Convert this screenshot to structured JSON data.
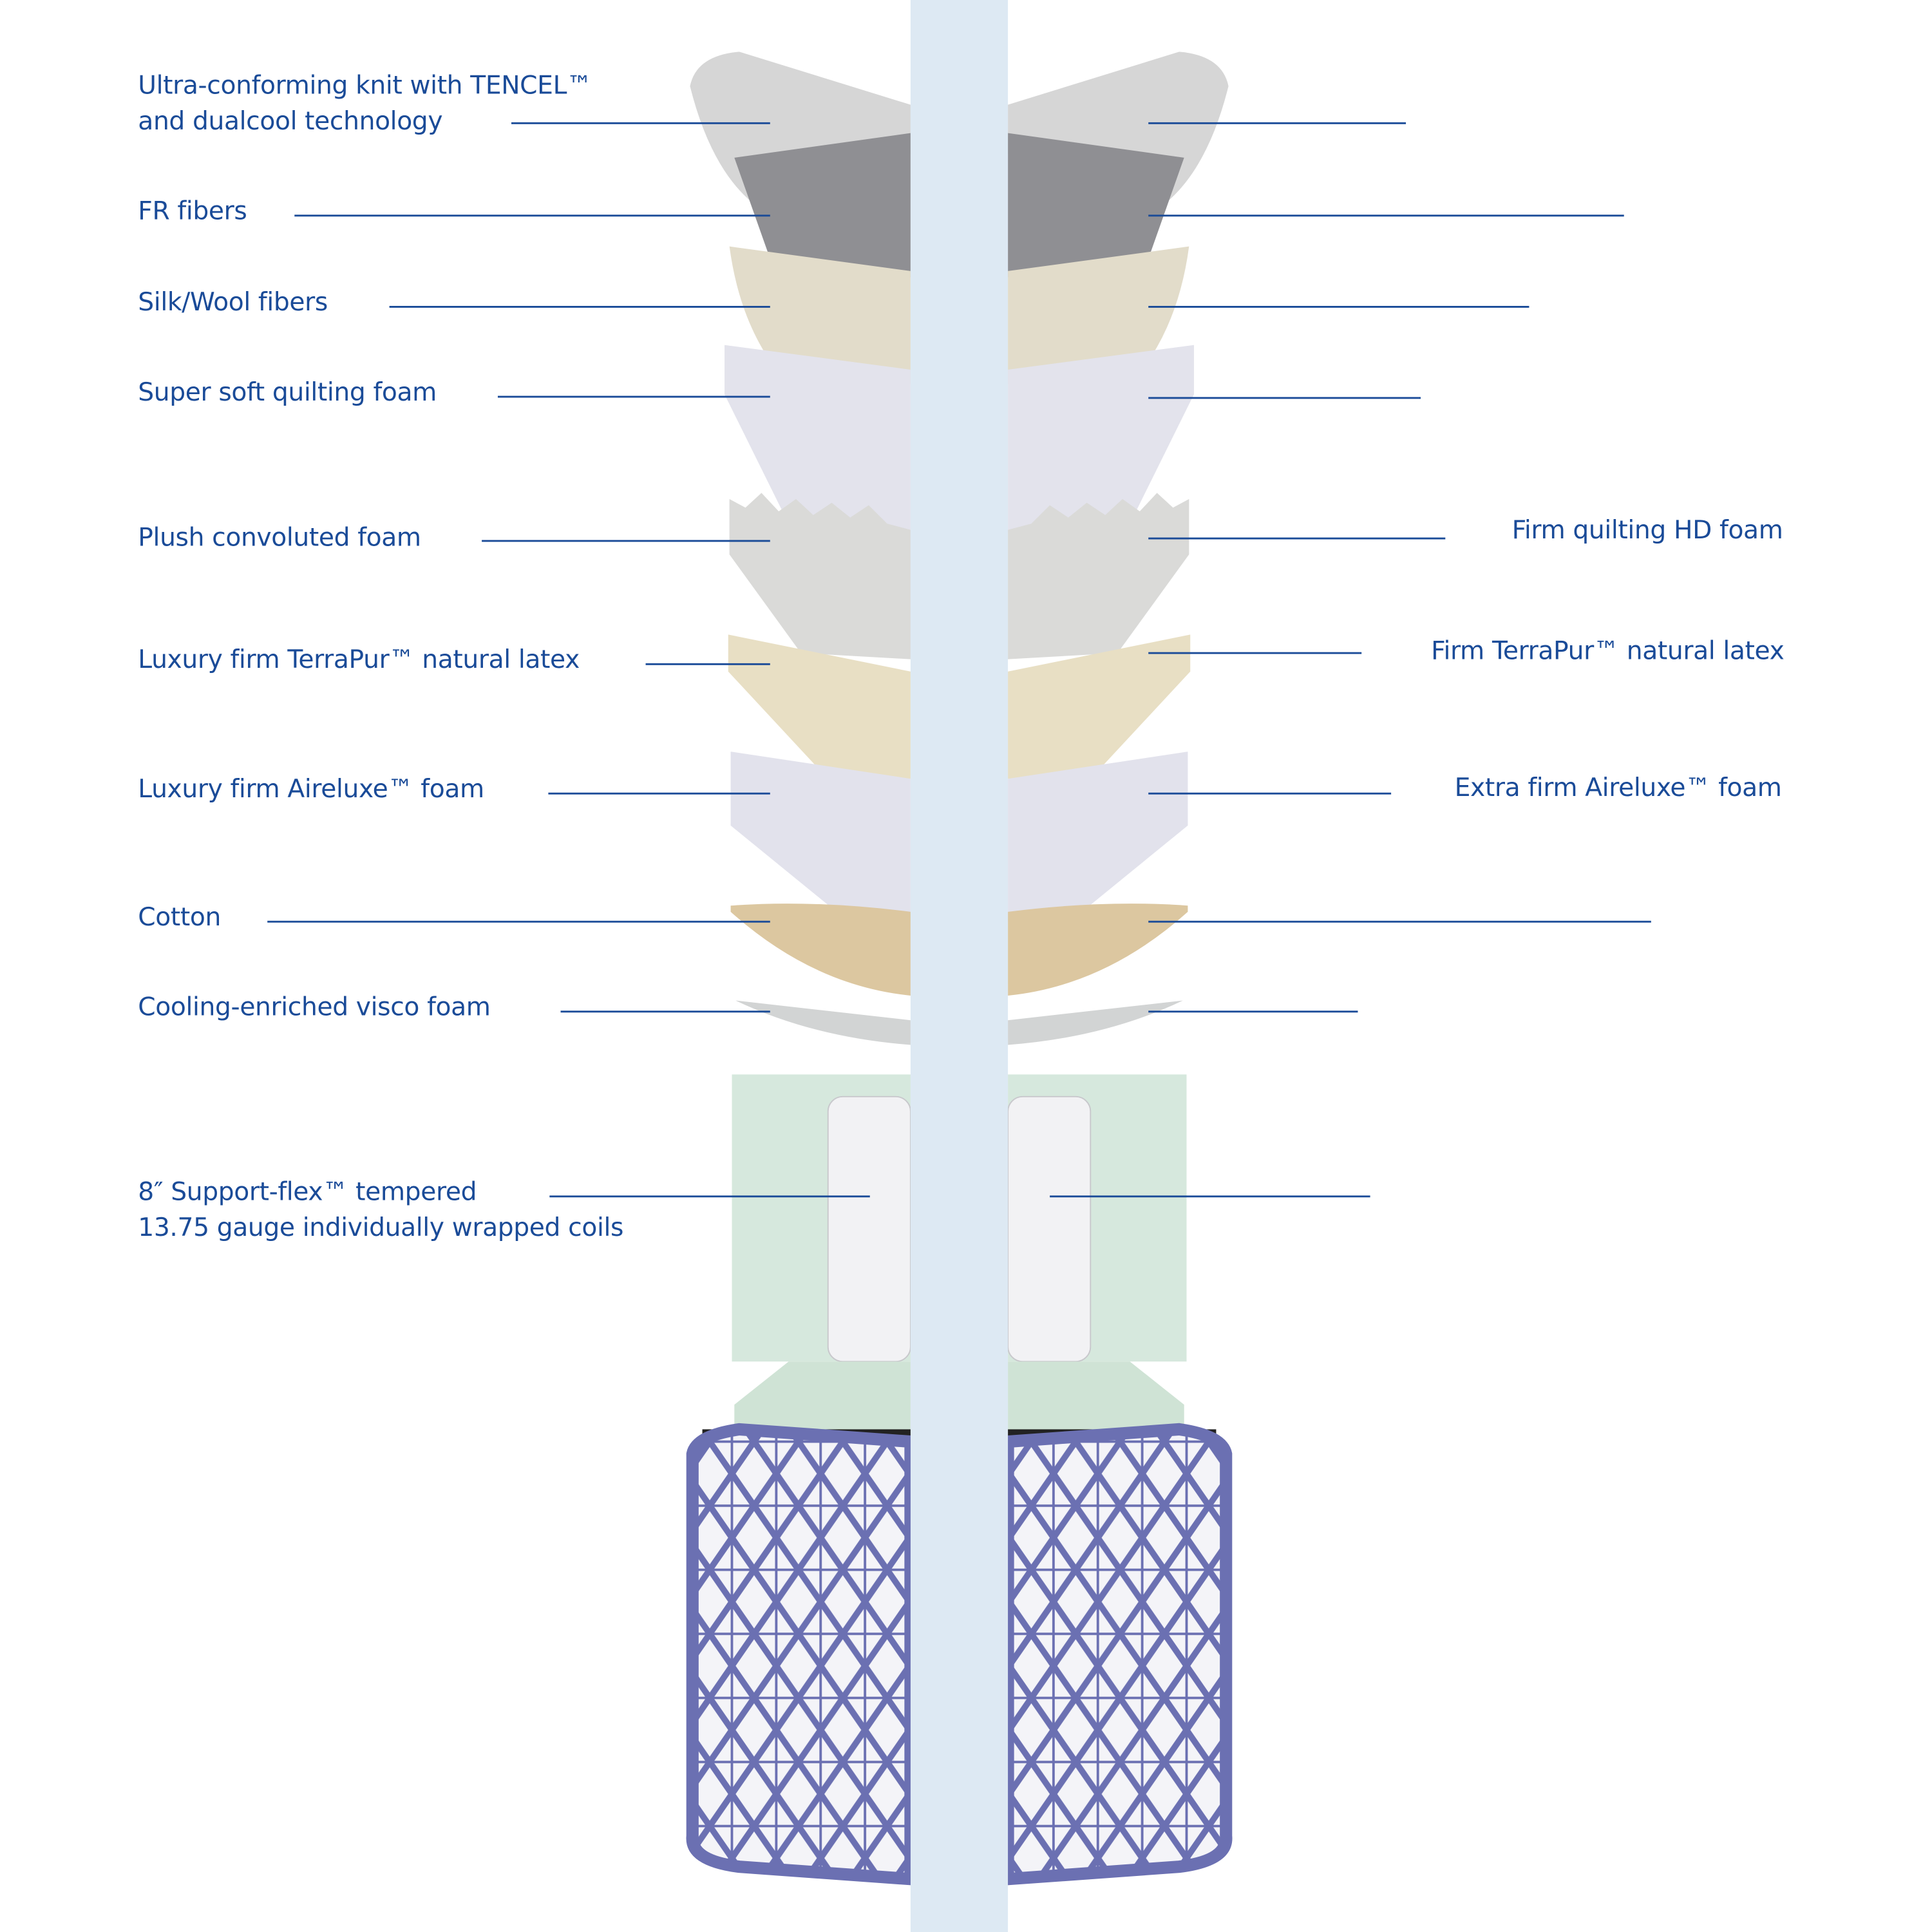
{
  "colors": {
    "text": "#1a4b98",
    "leader_line": "#1a4b98",
    "center_band": "#dde9f3",
    "cover_pattern": "#6b70b2"
  },
  "left_labels": [
    {
      "line1": "Ultra-conforming knit with TENCEL™",
      "line2": "and dualcool technology"
    },
    {
      "line1": "FR fibers"
    },
    {
      "line1": "Silk/Wool fibers"
    },
    {
      "line1": "Super soft quilting foam"
    },
    {
      "line1": "Plush convoluted foam"
    },
    {
      "line1": "Luxury firm TerraPur™ natural latex"
    },
    {
      "line1": "Luxury firm Aireluxe™ foam"
    },
    {
      "line1": "Cotton"
    },
    {
      "line1": "Cooling-enriched visco foam"
    },
    {
      "line1": "8″ Support-flex™ tempered",
      "line2": "13.75 gauge individually wrapped coils"
    }
  ],
  "right_labels": [
    {
      "line1": "Firm quilting HD foam"
    },
    {
      "line1": "Firm TerraPur™ natural latex"
    },
    {
      "line1": "Extra firm Aireluxe™ foam"
    }
  ]
}
